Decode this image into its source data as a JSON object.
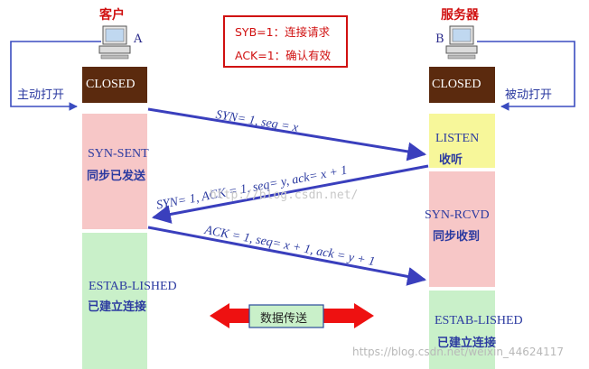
{
  "client": {
    "title": "客户",
    "letter": "A",
    "closed": "CLOSED",
    "side_action": "主动打开"
  },
  "server": {
    "title": "服务器",
    "letter": "B",
    "closed": "CLOSED",
    "side_action": "被动打开"
  },
  "legend": {
    "line1": "SYB=1：连接请求",
    "line2": "ACK=1：确认有效"
  },
  "client_states": [
    {
      "en": "SYN-SENT",
      "cn": "同步已发送"
    },
    {
      "en": "ESTAB-LISHED",
      "cn": "已建立连接"
    }
  ],
  "server_states": [
    {
      "en": "LISTEN",
      "cn": "收听"
    },
    {
      "en": "SYN-RCVD",
      "cn": "同步收到"
    },
    {
      "en": "ESTAB-LISHED",
      "cn": "已建立连接"
    }
  ],
  "messages": [
    {
      "text": "SYN= 1, seq = x"
    },
    {
      "text": "SYN= 1, ACK = 1, seq= y, ack= x + 1"
    },
    {
      "text": "ACK = 1, seq= x + 1, ack = y + 1"
    }
  ],
  "data_transfer": "数据传送",
  "watermark": {
    "mid": "http://blog.csdn.net/",
    "bottom": "https://blog.csdn.net/weixin_44624117"
  },
  "colors": {
    "closed_fill": "#5b2a0e",
    "sent_fill": "#f7c7c7",
    "established_fill": "#c9f0c9",
    "listen_fill": "#f7f79a",
    "arrow": "#3a3fbd",
    "loop": "#3a4cc0",
    "red": "#d01010"
  }
}
